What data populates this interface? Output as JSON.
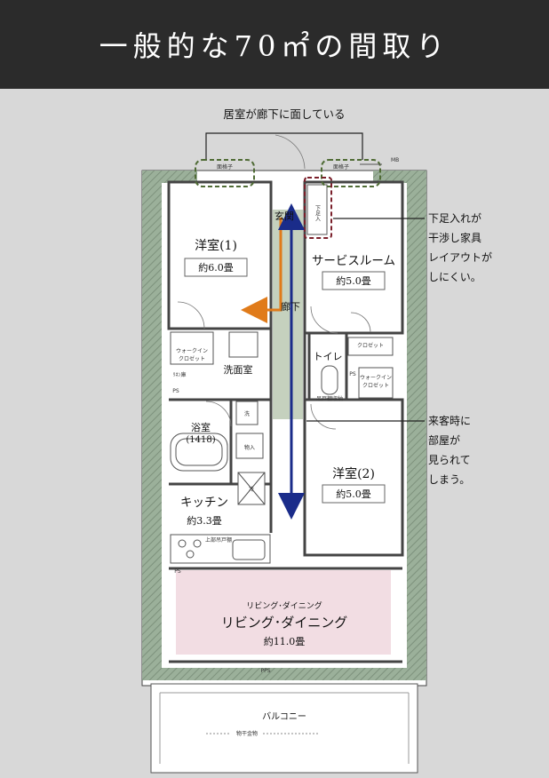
{
  "header": {
    "title": "一般的な70㎡の間取り"
  },
  "callouts": {
    "top": "居室が廊下に面している",
    "shoe": [
      "下足入れが",
      "干渉し家具",
      "レイアウトが",
      "しにくい。"
    ],
    "guest": [
      "来客時に",
      "部屋が",
      "見られて",
      "しまう。"
    ]
  },
  "rooms": {
    "west1": {
      "name": "洋室(1)",
      "area": "約6.0畳"
    },
    "service": {
      "name": "サービスルーム",
      "area": "約5.0畳"
    },
    "west2": {
      "name": "洋室(2)",
      "area": "約5.0畳"
    },
    "kitchen": {
      "name": "キッチン",
      "area": "約3.3畳"
    },
    "living": {
      "small": "リビング･ダイニング",
      "name": "リビング･ダイニング",
      "area": "約11.0畳"
    },
    "bath": {
      "name": "浴室",
      "size": "(1418)"
    },
    "washroom": "洗面室",
    "toilet": "トイレ",
    "entrance": "玄関",
    "corridor": "廊下",
    "balcony": "バルコニー"
  },
  "small_labels": {
    "mb": "MB",
    "window_left": "面格子",
    "window_right": "面格子",
    "shoe_box": "下足入",
    "wic_left": [
      "ウォークイン",
      "クロゼット"
    ],
    "wic_right": [
      "ウォークイン",
      "クロゼット"
    ],
    "closet": "クロゼット",
    "wash": "洗",
    "storage": "物入",
    "fridge": "冷",
    "ps": "PS",
    "pps": "PPS",
    "towel": "ﾘﾈﾝ庫",
    "toilet_storage": "吊戸棚収納",
    "drying": "物干金物",
    "upper_cab": "上部吊戸棚"
  },
  "colors": {
    "corridor": "#c5d1be",
    "living": "#f2dde3",
    "orange_arrow": "#e07b1a",
    "blue_arrow": "#1a2c8a",
    "green_dash": "#4f6b35",
    "red_dash": "#7a1f2a",
    "wall": "#8aa088"
  }
}
